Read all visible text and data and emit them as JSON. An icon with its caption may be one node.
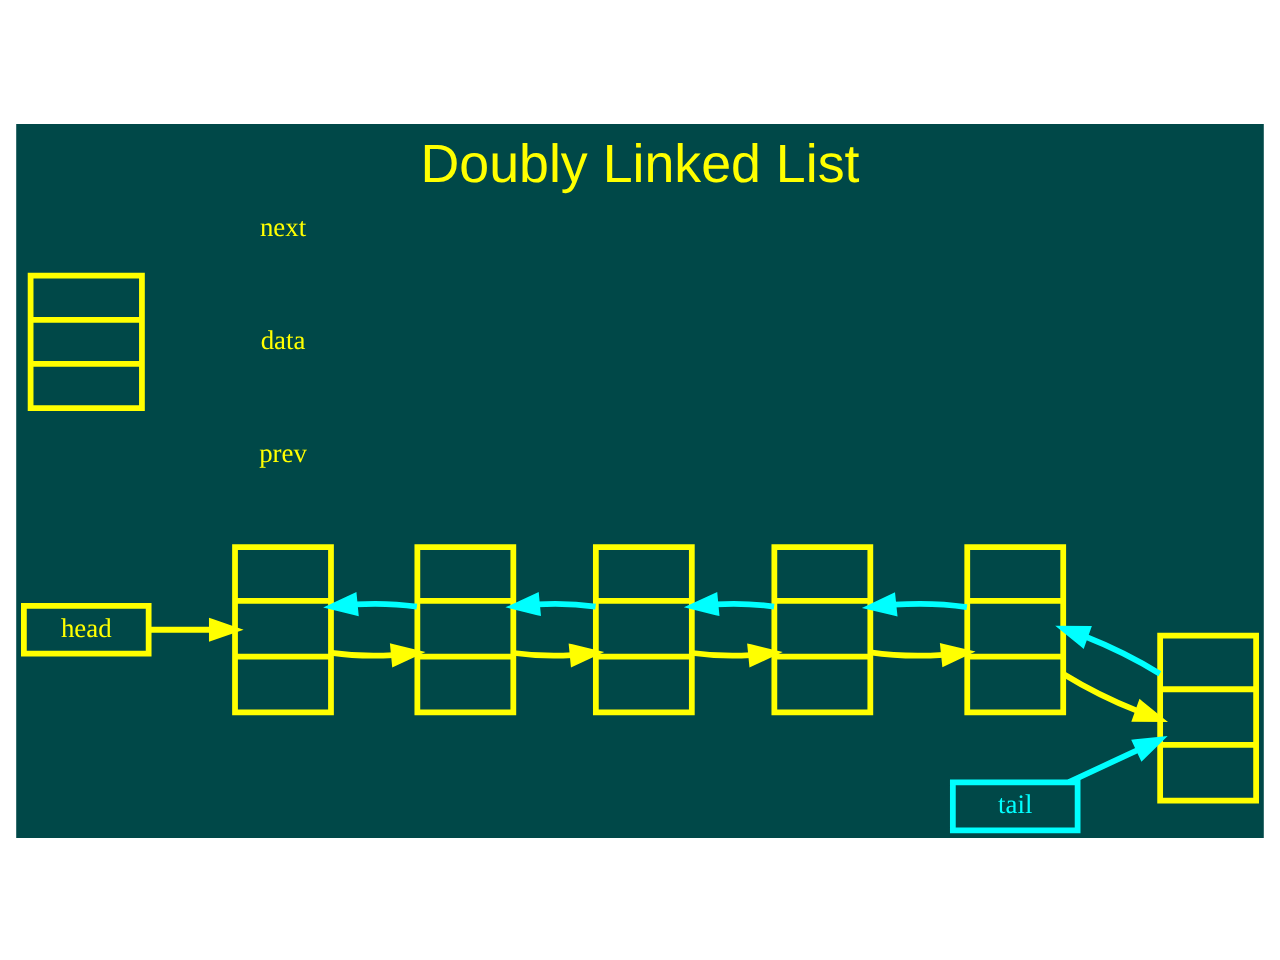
{
  "diagram": {
    "title": "Doubly Linked List",
    "nodes": [
      {
        "text": [
          "head"
        ]
      },
      {
        "text": [
          "tail"
        ]
      },
      {
        "text": [],
        "shape": "box"
      },
      {
        "text": [],
        "shape": "box"
      },
      {
        "text": [],
        "shape": "box"
      },
      {
        "text": [],
        "shape": "box"
      },
      {
        "text": [],
        "shape": "box"
      },
      {
        "text": [],
        "shape": "box"
      },
      {
        "text": [],
        "shape": "box",
        "beside": [
          "next",
          "data",
          "prev"
        ]
      }
    ],
    "edges": [
      {
        "from": 0,
        "to": 2,
        "arrow": "to",
        "color": "#ffff00"
      },
      {
        "from": 2,
        "to": 3,
        "arrow": "to",
        "color": "#ffff00"
      },
      {
        "from": 3,
        "to": 4,
        "arrow": "to",
        "color": "#ffff00"
      },
      {
        "from": 4,
        "to": 5,
        "arrow": "to",
        "color": "#ffff00"
      },
      {
        "from": 5,
        "to": 6,
        "arrow": "to",
        "color": "#ffff00"
      },
      {
        "from": 6,
        "to": 7,
        "arrow": "to",
        "color": "#ffff00"
      },
      {
        "from": 3,
        "to": 2,
        "arrow": "to",
        "color": "#00ffff"
      },
      {
        "from": 4,
        "to": 3,
        "arrow": "to",
        "color": "#00ffff"
      },
      {
        "from": 5,
        "to": 4,
        "arrow": "to",
        "color": "#00ffff"
      },
      {
        "from": 6,
        "to": 5,
        "arrow": "to",
        "color": "#00ffff"
      },
      {
        "from": 7,
        "to": 6,
        "arrow": "to",
        "color": "#00ffff"
      },
      {
        "from": 1,
        "to": 7,
        "arrow": "to",
        "color": "#00ffff"
      }
    ]
  }
}
